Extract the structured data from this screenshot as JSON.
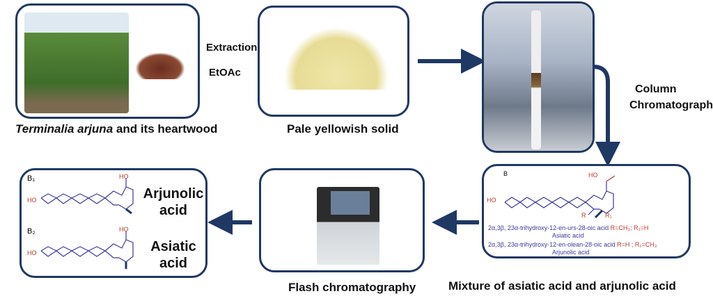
{
  "steps": {
    "source_caption_italic": "Terminalia arjuna",
    "source_caption_rest": " and its heartwood",
    "extraction": "Extraction",
    "solvent": "EtOAc",
    "solid_caption": "Pale yellowish solid",
    "column": "Column",
    "chromatography": "Chromatography",
    "mixture_caption": "Mixture of asiatic acid and arjunolic acid",
    "flash_caption": "Flash chromatography"
  },
  "mixture": {
    "label": "B",
    "line1_name": "2α,3β, 23α-trihydroxy-12-en-urs-28-oic acid ",
    "line1_r": "R=CH₃; R₁=H",
    "line1_common": "Asiatic acid",
    "line2_name": "2α,3β, 23α-trihydroxy-12-en-olean-28-oic acid ",
    "line2_r": "R=H ; R₁=CH₃",
    "line2_common": "Arjunolic acid",
    "r": "R",
    "r1": "R₁"
  },
  "products": {
    "b1": "B₁",
    "b1_name1": "Arjunolic",
    "b1_name2": "acid",
    "b2": "B₂",
    "b2_name1": "Asiatic",
    "b2_name2": "acid",
    "ho": "HO"
  },
  "colors": {
    "border": "#1f3864",
    "arrow": "#1f3864"
  }
}
